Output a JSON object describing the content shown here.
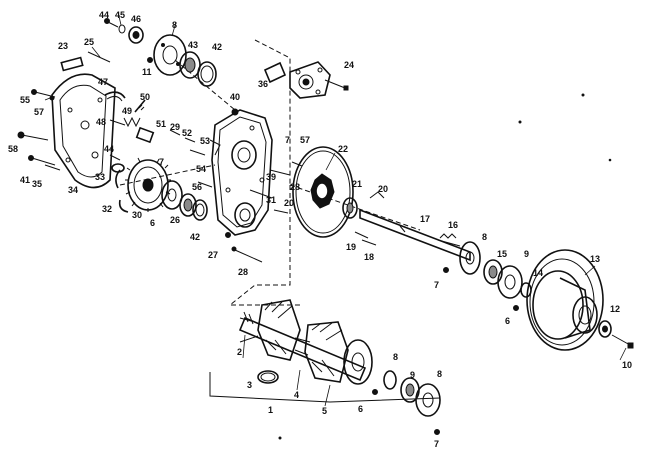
{
  "diagram": {
    "callouts": [
      {
        "id": "c44a",
        "text": "44"
      },
      {
        "id": "c45",
        "text": "45"
      },
      {
        "id": "c46",
        "text": "46"
      },
      {
        "id": "c8a",
        "text": "8"
      },
      {
        "id": "c43",
        "text": "43"
      },
      {
        "id": "c42a",
        "text": "42"
      },
      {
        "id": "c23",
        "text": "23"
      },
      {
        "id": "c25",
        "text": "25"
      },
      {
        "id": "c11",
        "text": "11"
      },
      {
        "id": "c36",
        "text": "36"
      },
      {
        "id": "c24",
        "text": "24"
      },
      {
        "id": "c47",
        "text": "47"
      },
      {
        "id": "c55",
        "text": "55"
      },
      {
        "id": "c57a",
        "text": "57"
      },
      {
        "id": "c50",
        "text": "50"
      },
      {
        "id": "c40",
        "text": "40"
      },
      {
        "id": "c49",
        "text": "49"
      },
      {
        "id": "c48",
        "text": "48"
      },
      {
        "id": "c51",
        "text": "51"
      },
      {
        "id": "c29",
        "text": "29"
      },
      {
        "id": "c52",
        "text": "52"
      },
      {
        "id": "c53",
        "text": "53"
      },
      {
        "id": "c7a",
        "text": "7"
      },
      {
        "id": "c57b",
        "text": "57"
      },
      {
        "id": "c58",
        "text": "58"
      },
      {
        "id": "c44b",
        "text": "44"
      },
      {
        "id": "c22",
        "text": "22"
      },
      {
        "id": "c7b",
        "text": "7"
      },
      {
        "id": "c54",
        "text": "54"
      },
      {
        "id": "c41",
        "text": "41"
      },
      {
        "id": "c35",
        "text": "35"
      },
      {
        "id": "c33",
        "text": "33"
      },
      {
        "id": "c34",
        "text": "34"
      },
      {
        "id": "c39",
        "text": "39"
      },
      {
        "id": "c28a",
        "text": "28"
      },
      {
        "id": "c21",
        "text": "21"
      },
      {
        "id": "c20a",
        "text": "20"
      },
      {
        "id": "c56",
        "text": "56"
      },
      {
        "id": "c32",
        "text": "32"
      },
      {
        "id": "c30",
        "text": "30"
      },
      {
        "id": "c6a",
        "text": "6"
      },
      {
        "id": "c31",
        "text": "31"
      },
      {
        "id": "c20b",
        "text": "20"
      },
      {
        "id": "c26",
        "text": "26"
      },
      {
        "id": "c42b",
        "text": "42"
      },
      {
        "id": "c17",
        "text": "17"
      },
      {
        "id": "c16",
        "text": "16"
      },
      {
        "id": "c19",
        "text": "19"
      },
      {
        "id": "c18",
        "text": "18"
      },
      {
        "id": "c27",
        "text": "27"
      },
      {
        "id": "c28b",
        "text": "28"
      },
      {
        "id": "c8b",
        "text": "8"
      },
      {
        "id": "c15",
        "text": "15"
      },
      {
        "id": "c9a",
        "text": "9"
      },
      {
        "id": "c13",
        "text": "13"
      },
      {
        "id": "c7c",
        "text": "7"
      },
      {
        "id": "c14",
        "text": "14"
      },
      {
        "id": "c6b",
        "text": "6"
      },
      {
        "id": "c12",
        "text": "12"
      },
      {
        "id": "c2",
        "text": "2"
      },
      {
        "id": "c10",
        "text": "10"
      },
      {
        "id": "c3",
        "text": "3"
      },
      {
        "id": "c4",
        "text": "4"
      },
      {
        "id": "c8c",
        "text": "8"
      },
      {
        "id": "c9b",
        "text": "9"
      },
      {
        "id": "c8d",
        "text": "8"
      },
      {
        "id": "c5",
        "text": "5"
      },
      {
        "id": "c6c",
        "text": "6"
      },
      {
        "id": "c1",
        "text": "1"
      },
      {
        "id": "c7d",
        "text": "7"
      }
    ]
  }
}
